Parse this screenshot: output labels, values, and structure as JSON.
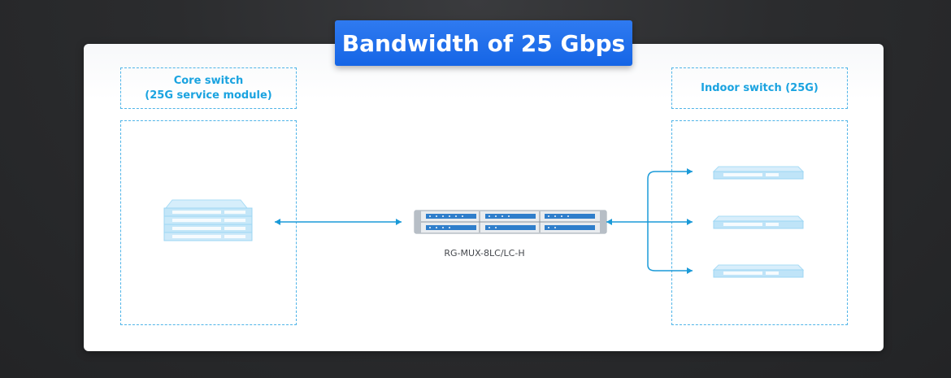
{
  "title": "Bandwidth of 25 Gbps",
  "left_panel": {
    "label_line1": "Core switch",
    "label_line2": "(25G service module)"
  },
  "right_panel": {
    "label": "Indoor switch (25G)"
  },
  "center_device": {
    "caption": "RG-MUX-8LC/LC-H"
  },
  "colors": {
    "accent_blue": "#1aa3e0",
    "title_blue": "#1f6fe8",
    "line_blue": "#1a9ad8",
    "device_light": "#bfe4f8"
  },
  "icons": [
    "core-switch-icon",
    "mux-device-icon",
    "indoor-switch-icon"
  ]
}
